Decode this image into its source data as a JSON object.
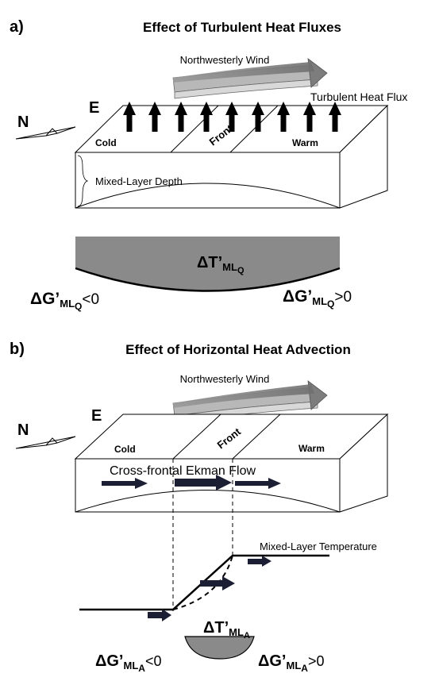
{
  "panel_a": {
    "letter": "a)",
    "title": "Effect of Turbulent Heat Fluxes",
    "wind_label": "Northwesterly Wind",
    "flux_label": "Turbulent Heat Flux",
    "compass_n": "N",
    "compass_e": "E",
    "cold": "Cold",
    "front": "Front",
    "warm": "Warm",
    "mld_label": "Mixed-Layer Depth",
    "dT": {
      "base": "ΔT’",
      "sub": "ML",
      "subsub": "Q"
    },
    "dG_left": {
      "base": "ΔG’",
      "sub": "ML",
      "subsub": "Q",
      "rel": "<0"
    },
    "dG_right": {
      "base": "ΔG’",
      "sub": "ML",
      "subsub": "Q",
      "rel": ">0"
    }
  },
  "panel_b": {
    "letter": "b)",
    "title": "Effect of Horizontal Heat Advection",
    "wind_label": "Northwesterly Wind",
    "compass_n": "N",
    "compass_e": "E",
    "cold": "Cold",
    "front": "Front",
    "warm": "Warm",
    "ekman_label": "Cross-frontal Ekman Flow",
    "temp_label": "Mixed-Layer Temperature",
    "dT": {
      "base": "ΔT’",
      "sub": "ML",
      "subsub": "A"
    },
    "dG_left": {
      "base": "ΔG’",
      "sub": "ML",
      "subsub": "A",
      "rel": "<0"
    },
    "dG_right": {
      "base": "ΔG’",
      "sub": "ML",
      "subsub": "A",
      "rel": ">0"
    }
  },
  "colors": {
    "wind_arrow": "#8c8c8c",
    "anomaly_fill": "#8a8a8a",
    "ekman_arrow": "#1c1f33"
  }
}
